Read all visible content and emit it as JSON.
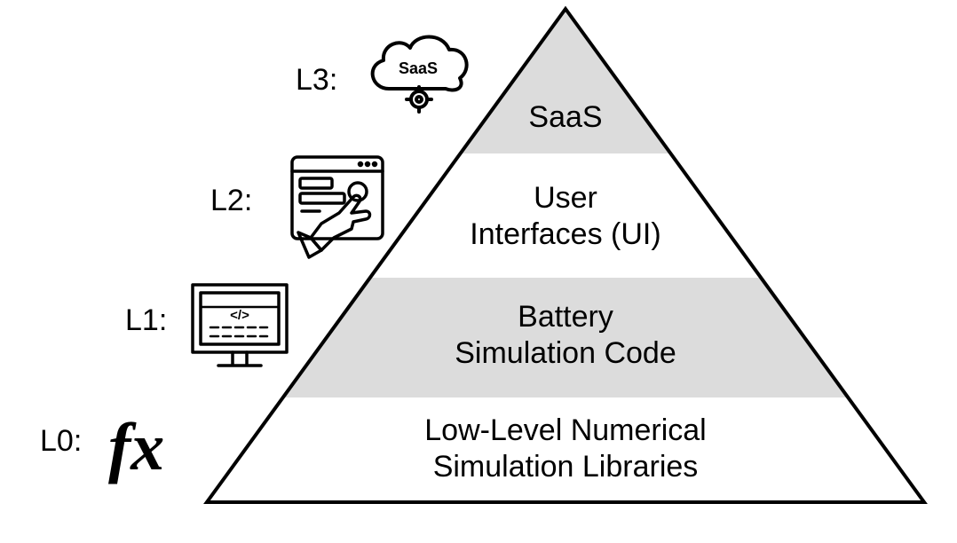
{
  "levels": [
    {
      "label": "L3:",
      "icon": "saas-cloud-gear-icon",
      "icon_text": "SaaS"
    },
    {
      "label": "L2:",
      "icon": "ui-touch-window-icon"
    },
    {
      "label": "L1:",
      "icon": "code-monitor-icon",
      "icon_text": "</>"
    },
    {
      "label": "L0:",
      "icon": "function-fx-icon",
      "icon_text": "fx"
    }
  ],
  "tiers": [
    {
      "lines": [
        "SaaS"
      ],
      "shade": "#dcdcdc"
    },
    {
      "lines": [
        "User",
        "Interfaces (UI)"
      ],
      "shade": "#ffffff"
    },
    {
      "lines": [
        "Battery",
        "Simulation Code"
      ],
      "shade": "#dcdcdc"
    },
    {
      "lines": [
        "Low-Level Numerical",
        "Simulation Libraries"
      ],
      "shade": "#ffffff"
    }
  ],
  "colors": {
    "outline": "#000000",
    "shade": "#dcdcdc",
    "background": "#ffffff"
  }
}
